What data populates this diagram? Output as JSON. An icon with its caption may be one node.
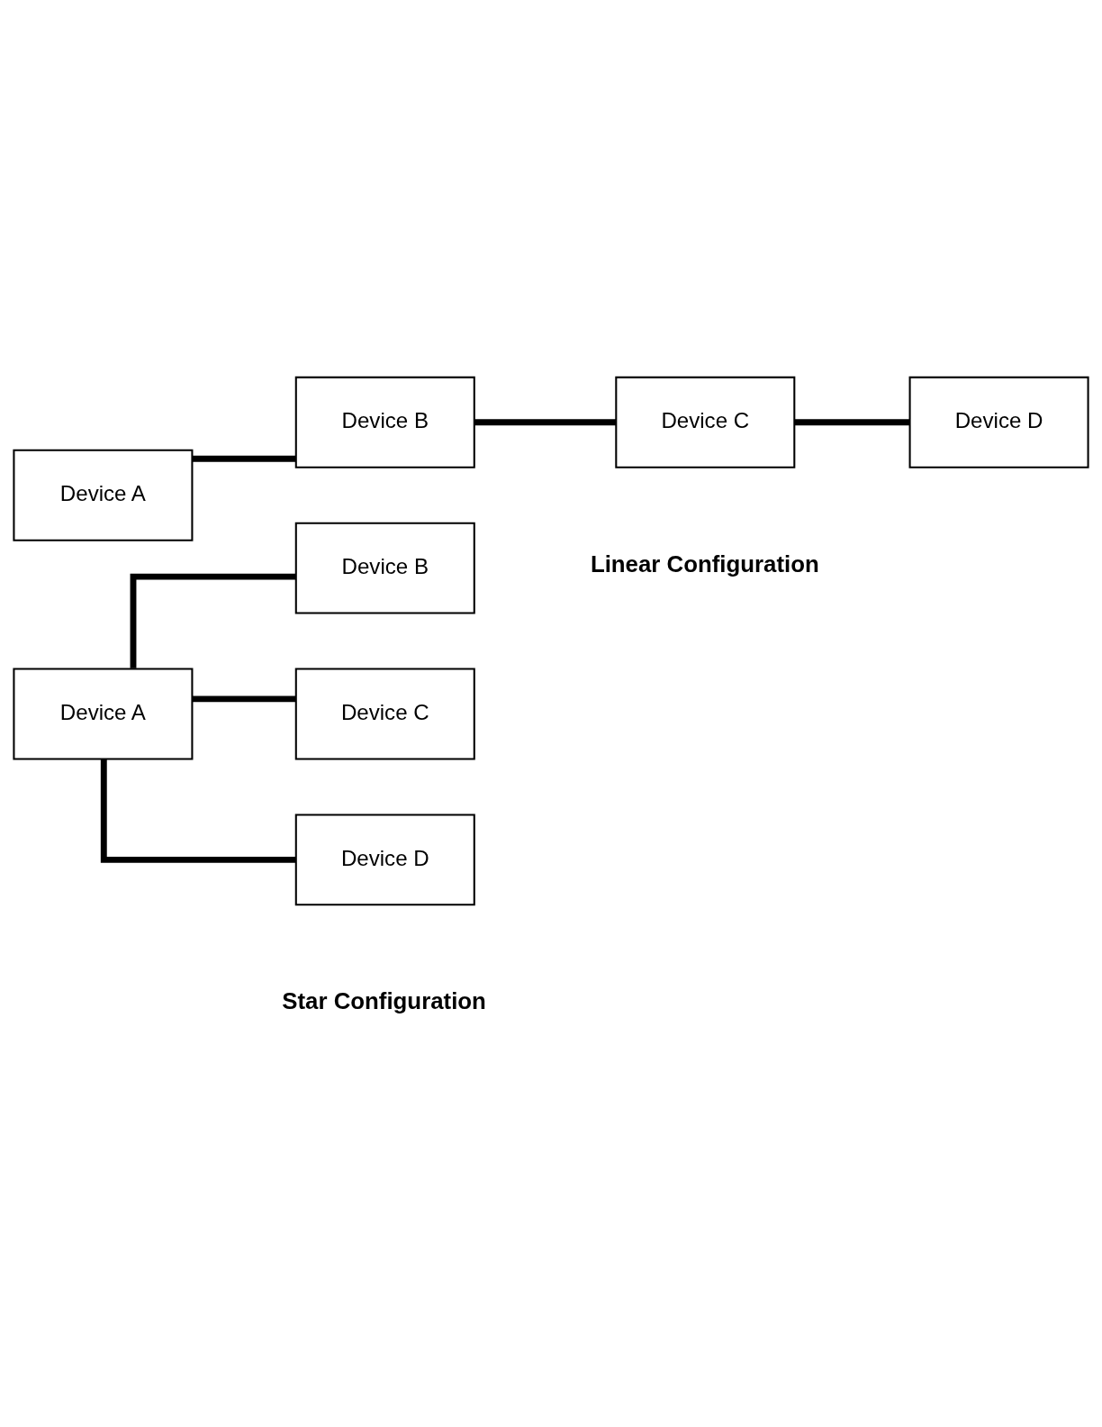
{
  "diagram": {
    "nodes": [
      {
        "text": [
          "Device A"
        ]
      },
      {
        "text": [
          "Device B"
        ]
      },
      {
        "text": [
          "Device C"
        ]
      },
      {
        "text": [
          "Device D"
        ]
      },
      {
        "text": [
          "Device A"
        ]
      },
      {
        "text": [
          "Device B"
        ]
      },
      {
        "text": [
          "Device C"
        ]
      },
      {
        "text": [
          "Device D"
        ]
      }
    ],
    "edges": [
      {
        "from": 0,
        "to": 1,
        "arrow": "none"
      },
      {
        "from": 1,
        "to": 2,
        "arrow": "none"
      },
      {
        "from": 2,
        "to": 3,
        "arrow": "none"
      },
      {
        "from": 4,
        "to": 5,
        "arrow": "none"
      },
      {
        "from": 4,
        "to": 6,
        "arrow": "none"
      },
      {
        "from": 4,
        "to": 7,
        "arrow": "none"
      }
    ],
    "labels": [
      "Linear Configuration",
      "Star Configuration"
    ]
  }
}
